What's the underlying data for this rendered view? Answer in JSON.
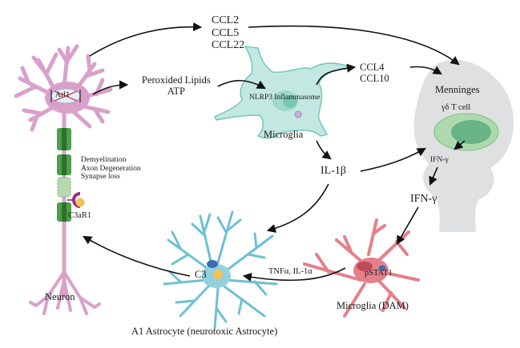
{
  "diagram": {
    "title": "",
    "colors": {
      "neuron": "#d9a1c9",
      "myelin": "#3f8f3f",
      "myelin_light": "#8cc78a",
      "microglia_resting": "#bfe6df",
      "microglia_resting_outline": "#6cc2b4",
      "microglia_dam": "#e98086",
      "astrocyte": "#93d1de",
      "astrocyte_outline": "#4fa8bf",
      "brain": "#dedfe0",
      "tcell_outer": "#a9d8a9",
      "tcell_inner": "#6ab88a",
      "c3_blob": "#f3c15a",
      "receptor": "#9b2a7e",
      "arrow": "#111111"
    },
    "nodes": {
      "neuron": {
        "label": "Neuron",
        "gene_label": "Arf1",
        "gene_status": "knocked-out (crossed)"
      },
      "microglia": {
        "label": "Microglia",
        "organelle_label": "NLRP3 Inflammasome"
      },
      "meninges": {
        "label": "Menninges",
        "cell_label": "γδ T cell",
        "secreted": "IFN-γ"
      },
      "microglia_dam": {
        "label": "Microglia (DAM)",
        "marker": "pSTAT1"
      },
      "astrocyte": {
        "label": "A1 Astrocyte (neurotoxic Astrocyte)",
        "marker": "C3"
      }
    },
    "signals": {
      "chemokines_top": [
        "CCL2",
        "CCL5",
        "CCL22"
      ],
      "danger_signals": [
        "Peroxided Lipids",
        "ATP"
      ],
      "chemokines_mid": [
        "CCL4",
        "CCL10"
      ],
      "il1b": "IL-1β",
      "ifng_out": "IFN-γ",
      "tnf_il1a": "TNFα, IL-1α",
      "receptor": "C3aR1",
      "neuron_effects": [
        "Demyelination",
        "Axon Degeneration",
        "Synapse loss"
      ]
    },
    "edges": [
      {
        "from": "neuron",
        "to": "meninges",
        "via": "CCL2, CCL5, CCL22"
      },
      {
        "from": "neuron",
        "to": "microglia",
        "via": "Peroxided Lipids, ATP"
      },
      {
        "from": "microglia",
        "to": "meninges",
        "via": "CCL4, CCL10"
      },
      {
        "from": "microglia",
        "to": "IL-1β"
      },
      {
        "from": "IL-1β",
        "to": "meninges"
      },
      {
        "from": "IL-1β",
        "to": "astrocyte"
      },
      {
        "from": "meninges",
        "to": "microglia_dam",
        "via": "IFN-γ"
      },
      {
        "from": "microglia_dam",
        "to": "astrocyte",
        "via": "TNFα, IL-1α"
      },
      {
        "from": "astrocyte",
        "to": "neuron",
        "via": "C3 → C3aR1"
      }
    ]
  }
}
